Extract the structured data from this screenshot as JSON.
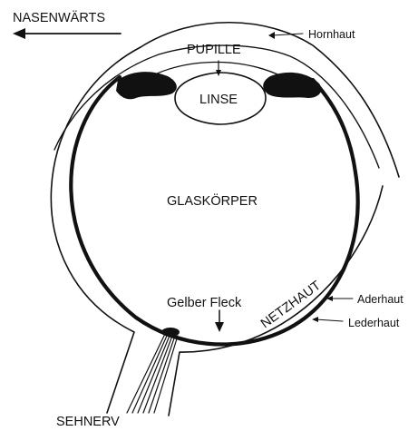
{
  "labels": {
    "direction": "NASENWÄRTS",
    "cornea": "Hornhaut",
    "pupil": "PUPILLE",
    "lens": "LINSE",
    "vitreous": "GLASKÖRPER",
    "macula": "Gelber Fleck",
    "retina": "NETZHAUT",
    "choroid": "Aderhaut",
    "sclera": "Lederhaut",
    "optic_nerve": "SEHNERV"
  },
  "colors": {
    "ink": "#111111",
    "background": "#ffffff"
  }
}
